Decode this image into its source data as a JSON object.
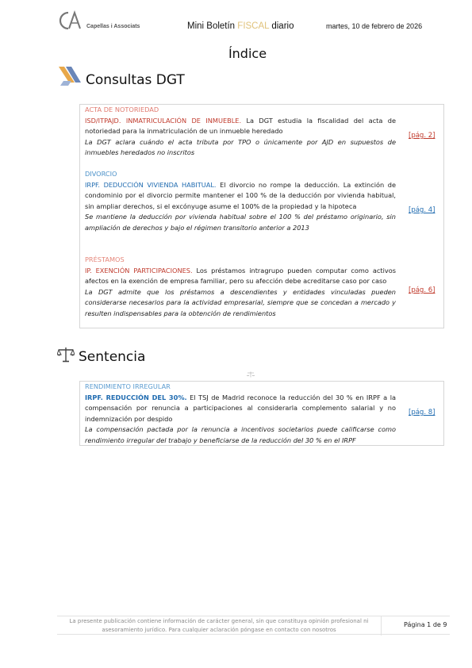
{
  "header": {
    "logo_text": "Capellas i Associats",
    "title_prefix": "Mini Boletín",
    "title_highlight": "FISCAL",
    "title_suffix": "diario",
    "date": "martes, 10 de febrero de 2026"
  },
  "index_title": "Índice",
  "sections": {
    "dgt": {
      "title": "Consultas DGT",
      "icon": "tax-agency-logo-icon",
      "entries": [
        {
          "category": "ACTA DE NOTORIEDAD",
          "lead": "ISD/ITPAJD. INMATRICULACIÓN DE INMUEBLE.",
          "text": " La DGT estudia la fiscalidad del acta de notoriedad para la inmatriculación de un inmueble heredado",
          "italic": "La DGT aclara cuándo el acta tributa por TPO o únicamente por AJD en supuestos de inmuebles heredados no inscritos",
          "page_ref": "[pág. 2]"
        },
        {
          "category": "DIVORCIO",
          "lead": "IRPF. DEDUCCIÓN VIVIENDA HABITUAL.",
          "text": " El divorcio no rompe la deducción. La extinción de condominio por el divorcio permite mantener el 100 % de la deducción por vivienda habitual, sin ampliar derechos, si el excónyuge asume el 100% de la propiedad y la hipoteca",
          "italic": "Se mantiene la deducción por vivienda habitual sobre el 100 % del préstamo originario, sin ampliación de derechos y bajo el régimen transitorio anterior a 2013",
          "page_ref": "[pág. 4]"
        },
        {
          "category": "PRÉSTAMOS",
          "lead": "IP. EXENCIÓN PARTICIPACIONES.",
          "text": "  Los préstamos intragrupo pueden computar como activos afectos en la exención de empresa familiar, pero su afección debe acreditarse caso por caso",
          "italic": "La DGT admite que los préstamos a descendientes y entidades vinculadas pueden considerarse necesarios para la actividad empresarial, siempre que se concedan a mercado y resulten indispensables para la obtención de rendimientos",
          "page_ref": "[pág. 6]"
        }
      ]
    },
    "sentencia": {
      "title": "Sentencia",
      "icon": "scales-of-justice-icon",
      "entries": [
        {
          "category": "RENDIMIENTO IRREGULAR",
          "lead": "IRPF. REDUCCIÓN DEL 30%.",
          "text": " El TSJ de Madrid reconoce la reducción del 30 % en IRPF a la compensación por renuncia a participaciones al considerarla complemento salarial y no indemnización por despido",
          "italic": "La compensación pactada por la renuncia a incentivos societarios puede calificarse como rendimiento irregular del trabajo y beneficiarse de la reducción del 30 % en el IRPF",
          "page_ref": "[pág. 8]"
        }
      ]
    }
  },
  "footer": {
    "disclaimer": "La presente publicación contiene información de carácter general, sin que constituya opinión profesional ni asesoramiento jurídico. Para cualquier aclaración póngase en contacto con nosotros",
    "page_label": "Página 1 de 9"
  },
  "colors": {
    "accent_red": "#c0392b",
    "accent_blue": "#1f6bb0",
    "fiscal_gold": "#e0c27a"
  }
}
